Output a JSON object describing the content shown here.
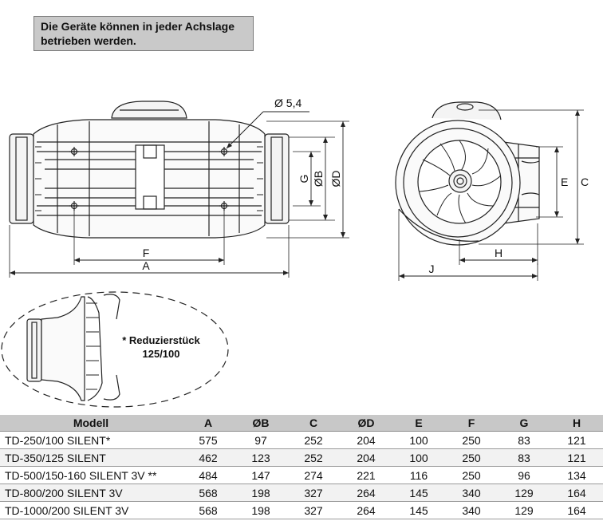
{
  "note": {
    "line1": "Die Geräte können in jeder Achslage",
    "line2": "betrieben werden."
  },
  "labels": {
    "hole_dia": "Ø 5,4",
    "A": "A",
    "F": "F",
    "G": "G",
    "OB": "ØB",
    "OD": "ØD",
    "E": "E",
    "C": "C",
    "H": "H",
    "J": "J",
    "reducer_line1": "* Reduzierstück",
    "reducer_line2": "125/100"
  },
  "table": {
    "headers": [
      "Modell",
      "A",
      "ØB",
      "C",
      "ØD",
      "E",
      "F",
      "G",
      "H"
    ],
    "rows": [
      [
        "TD-250/100 SILENT*",
        "575",
        "97",
        "252",
        "204",
        "100",
        "250",
        "83",
        "121"
      ],
      [
        "TD-350/125 SILENT",
        "462",
        "123",
        "252",
        "204",
        "100",
        "250",
        "83",
        "121"
      ],
      [
        "TD-500/150-160 SILENT 3V **",
        "484",
        "147",
        "274",
        "221",
        "116",
        "250",
        "96",
        "134"
      ],
      [
        "TD-800/200 SILENT 3V",
        "568",
        "198",
        "327",
        "264",
        "145",
        "340",
        "129",
        "164"
      ],
      [
        "TD-1000/200 SILENT 3V",
        "568",
        "198",
        "327",
        "264",
        "145",
        "340",
        "129",
        "164"
      ]
    ]
  },
  "colors": {
    "header_bg": "#c8c8c8",
    "note_bg": "#c9c9c9"
  }
}
